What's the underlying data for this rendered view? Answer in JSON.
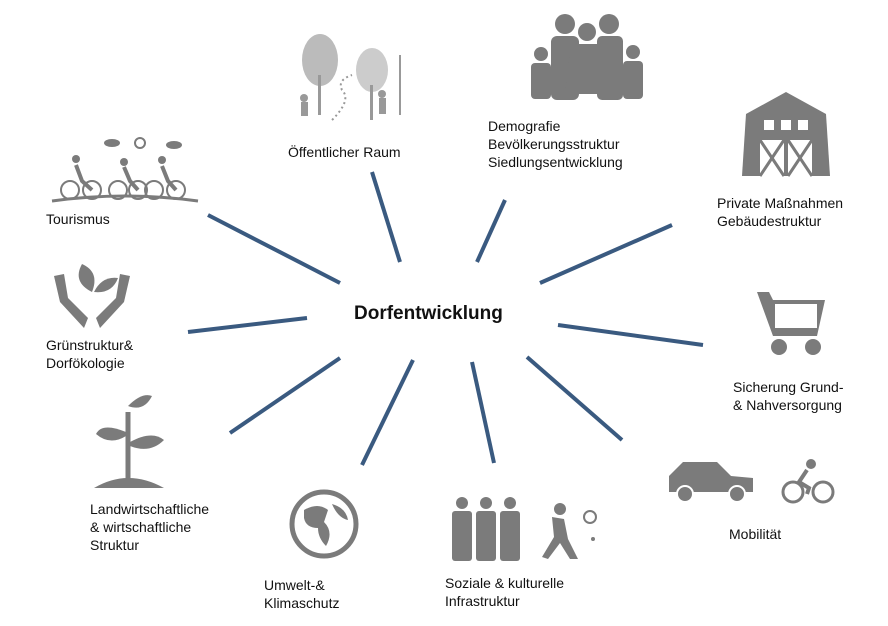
{
  "center": "Dorfentwicklung",
  "line_color": "#3a5a80",
  "icon_color": "#7b7b7b",
  "nodes": [
    {
      "id": "tourismus",
      "label": "Tourismus",
      "icon": "cyclists-icon"
    },
    {
      "id": "oeffentlich",
      "label": "Öffentlicher Raum",
      "icon": "park-icon"
    },
    {
      "id": "demografie",
      "label": "Demografie\nBevölkerungsstruktur\nSiedlungsentwicklung",
      "icon": "family-icon"
    },
    {
      "id": "private",
      "label": "Private Maßnahmen\nGebäudestruktur",
      "icon": "barn-icon"
    },
    {
      "id": "gruen",
      "label": "Grünstruktur&\nDorfökologie",
      "icon": "hands-leaf-icon"
    },
    {
      "id": "sicherung",
      "label": "Sicherung Grund-\n& Nahversorgung",
      "icon": "cart-icon"
    },
    {
      "id": "landwirtschaft",
      "label": "Landwirtschaftliche\n& wirtschaftliche\nStruktur",
      "icon": "plant-icon"
    },
    {
      "id": "umwelt",
      "label": "Umwelt-&\nKlimaschutz",
      "icon": "globe-icon"
    },
    {
      "id": "soziale",
      "label": "Soziale & kulturelle\nInfrastruktur",
      "icon": "people-tennis-icon"
    },
    {
      "id": "mobilitaet",
      "label": "Mobilität",
      "icon": "car-bike-icon"
    }
  ]
}
